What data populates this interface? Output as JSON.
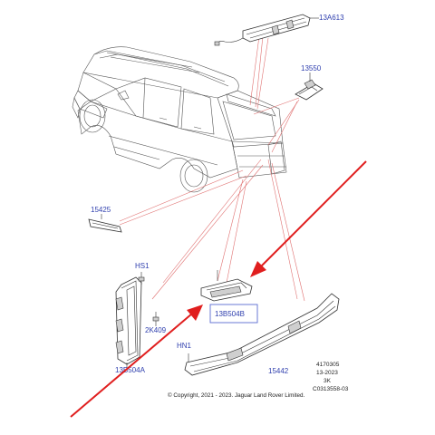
{
  "callouts": {
    "c13A613": "13A613",
    "c13550": "13550",
    "c15425": "15425",
    "cHS1": "HS1",
    "c13B504A": "13B504A",
    "c2K409": "2K409",
    "c13B504B": "13B504B",
    "cHN1": "HN1",
    "c15442": "15442"
  },
  "info": {
    "ref": "4170305",
    "date": "13-2023",
    "code": "3K",
    "doc": "C0313558-03"
  },
  "copyright": "© Copyright, 2021 - 2023. Jaguar Land Rover Limited.",
  "colors": {
    "callout": "#2f3fae",
    "arrow": "#e01e1e",
    "leader": "#e07070",
    "highlight_box": "#5a6ad0"
  }
}
